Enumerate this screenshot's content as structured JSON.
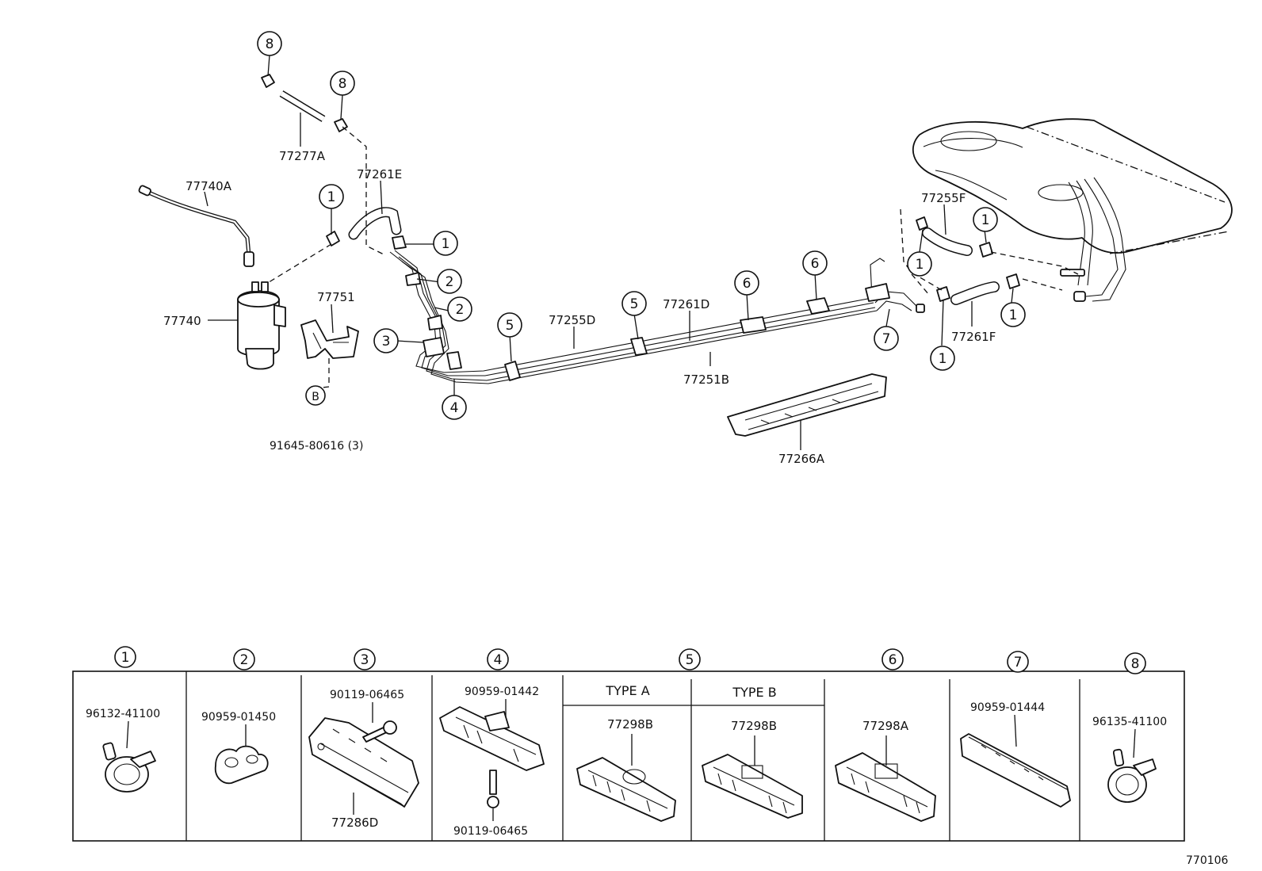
{
  "diagram_code": "770106",
  "main_labels": {
    "p77277A": "77277A",
    "p77261E": "77261E",
    "p77740A": "77740A",
    "p77740": "77740",
    "p77751": "77751",
    "p91645": "91645-80616 (3)",
    "p77255D": "77255D",
    "p77261D": "77261D",
    "p77251B": "77251B",
    "p77266A": "77266A",
    "p77255F": "77255F",
    "p77261F": "77261F",
    "refB": "B"
  },
  "callouts": [
    "1",
    "2",
    "3",
    "4",
    "5",
    "6",
    "7",
    "8"
  ],
  "legend": {
    "c1": {
      "num": "1",
      "part": "96132-41100"
    },
    "c2": {
      "num": "2",
      "part": "90959-01450"
    },
    "c3": {
      "num": "3",
      "part_top": "90119-06465",
      "part_bottom": "77286D"
    },
    "c4": {
      "num": "4",
      "part_top": "90959-01442",
      "part_bottom": "90119-06465"
    },
    "c5": {
      "num": "5",
      "type_a": "TYPE A",
      "type_a_part": "77298B",
      "type_b": "TYPE B",
      "type_b_part": "77298B"
    },
    "c6": {
      "num": "6",
      "part": "77298A"
    },
    "c7": {
      "num": "7",
      "part": "90959-01444"
    },
    "c8": {
      "num": "8",
      "part": "96135-41100"
    }
  }
}
